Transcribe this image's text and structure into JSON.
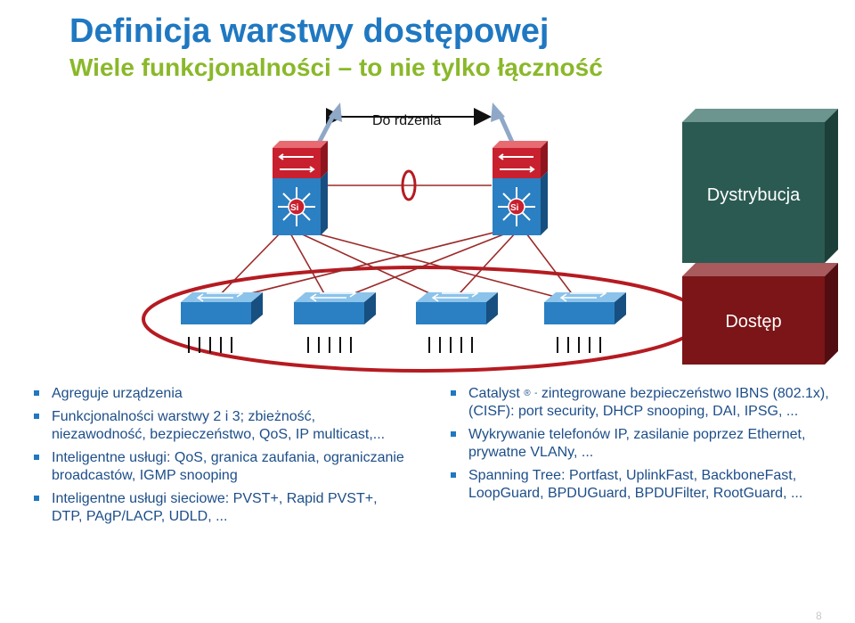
{
  "slide": {
    "title": "Definicja warstwy dostępowej",
    "subtitle": "Wiele funkcjonalności – to nie tylko łączność",
    "page_number": "8"
  },
  "diagram": {
    "core_label": "Do rdzenia",
    "distribution_label": "Dystrybucja",
    "access_label": "Dostęp",
    "si_label": "Si",
    "colors": {
      "distribution_box": "#2b5a53",
      "access_box": "#7b1518",
      "switch_blue": "#2a80c2",
      "switch_red": "#c8202e",
      "links": "#9b2a2a",
      "ellipse": "#b51b21"
    }
  },
  "left_bullets": [
    "Agreguje urządzenia",
    "Funkcjonalności warstwy 2 i 3; zbieżność, niezawodność, bezpieczeństwo, QoS, IP multicast,...",
    "Inteligentne usługi: QoS, granica zaufania, ograniczanie broadcastów, IGMP snooping",
    "Inteligentne usługi sieciowe: PVST+, Rapid PVST+, DTP, PAgP/LACP, UDLD, ..."
  ],
  "right_bullets": {
    "catalyst": {
      "name": "Catalyst",
      "reg_mark": "®",
      "dash": "-",
      "rest": " zintegrowane bezpieczeństwo IBNS (802.1x), (CISF): port security, DHCP snooping, DAI, IPSG, ..."
    },
    "items": [
      "Wykrywanie telefonów IP, zasilanie poprzez Ethernet, prywatne VLANy, ...",
      "Spanning Tree: Portfast, UplinkFast, BackboneFast, LoopGuard, BPDUGuard, BPDUFilter, RootGuard, ..."
    ]
  }
}
